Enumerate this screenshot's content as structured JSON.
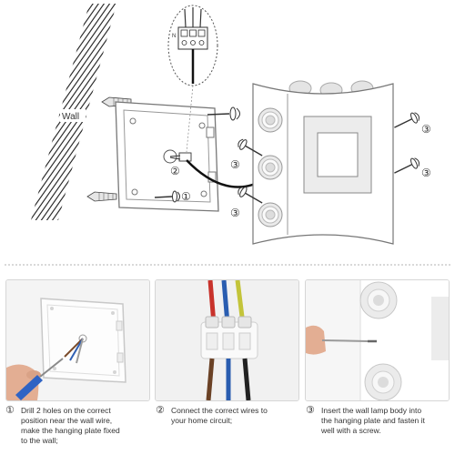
{
  "diagram": {
    "wall_label": "Wall",
    "callout_label": "N",
    "markers": {
      "plate_screw": "①",
      "wiring": "②",
      "lamp_screw": "③"
    }
  },
  "steps": [
    {
      "number": "①",
      "lines": [
        "Drill 2 holes on the correct",
        "position near the wall wire,",
        "make the hanging plate fixed",
        "to the wall;"
      ]
    },
    {
      "number": "②",
      "lines": [
        "Connect the correct wires to",
        "your home circuit;"
      ]
    },
    {
      "number": "③",
      "lines": [
        "Insert the wall lamp body into",
        "the hanging plate and fasten it",
        "well with a screw."
      ]
    }
  ]
}
